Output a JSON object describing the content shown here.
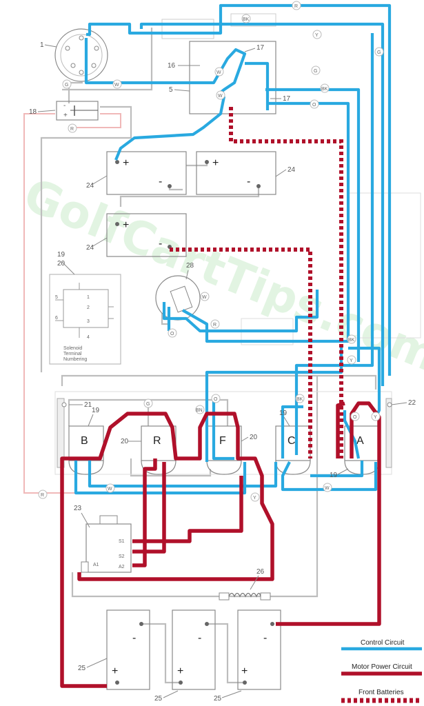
{
  "watermark": "GolfCartTips.com",
  "legend": {
    "control": "Control Circuit",
    "control_color": "#29a9e0",
    "motor": "Motor Power Circuit",
    "motor_color": "#b0102a",
    "front": "Front Batteries"
  },
  "solenoids": {
    "b": "B",
    "r": "R",
    "f": "F",
    "c": "C",
    "a": "A"
  },
  "solenoid_note": {
    "l1": "Solenoid",
    "l2": "Terminal",
    "l3": "Numbering"
  },
  "motor_terminals": {
    "s1": "S1",
    "s2": "S2",
    "a2": "A2",
    "a1": "A1"
  },
  "battery_signs": {
    "plus": "+",
    "minus": "-"
  },
  "wire_letters": {
    "r": "R",
    "bk": "BK",
    "y": "Y",
    "g": "G",
    "w": "W",
    "o": "O",
    "bn": "BN"
  },
  "parts": {
    "p1": "1",
    "p5": "5",
    "p16": "16",
    "p17": "17",
    "p18": "18",
    "p19": "19",
    "p20": "20",
    "p21": "21",
    "p22": "22",
    "p23": "23",
    "p24": "24",
    "p25": "25",
    "p26": "26",
    "p28": "28"
  }
}
